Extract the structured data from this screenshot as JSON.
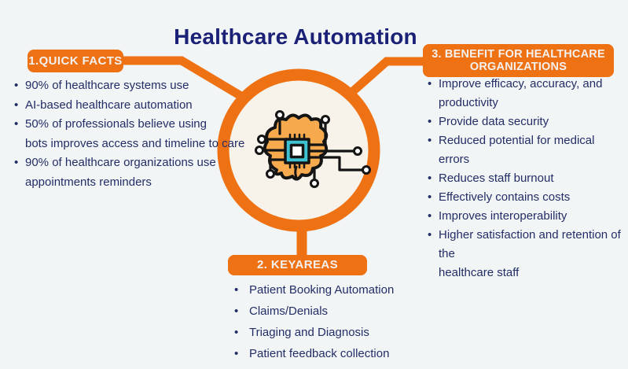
{
  "title": "Healthcare Automation",
  "colors": {
    "accent_orange": "#EE7214",
    "navy_text": "#232D66",
    "title_navy": "#1B2176",
    "background": "#F2F5F6",
    "circle_inner": "#F7F2EA",
    "brain_fill": "#F7A94E",
    "chip_teal": "#3EC1D3",
    "label_text": "#F3F1F0"
  },
  "icons": {
    "center": "brain-chip-icon"
  },
  "sections": {
    "quick_facts": {
      "label": "1.QUICK FACTS",
      "lines": [
        {
          "text": "90% of healthcare systems use"
        },
        {
          "text": "AI-based healthcare automation"
        },
        {
          "text": "50% of professionals believe using"
        },
        {
          "text": "bots improves access and timeline to care",
          "cont": true
        },
        {
          "text": "90% of healthcare organizations use"
        },
        {
          "text": "appointments reminders",
          "cont": true
        }
      ]
    },
    "key_areas": {
      "label": "2. KEYAREAS",
      "lines": [
        {
          "text": "Patient Booking Automation"
        },
        {
          "text": "Claims/Denials"
        },
        {
          "text": "Triaging and Diagnosis"
        },
        {
          "text": "Patient feedback collection"
        }
      ]
    },
    "benefits": {
      "label": "3. BENEFIT FOR HEALTHCARE ORGANIZATIONS",
      "lines": [
        {
          "text": "Improve efficacy, accuracy, and"
        },
        {
          "text": "productivity",
          "cont": true
        },
        {
          "text": "Provide data security"
        },
        {
          "text": "Reduced potential for medical errors"
        },
        {
          "text": "Reduces staff burnout"
        },
        {
          "text": "Effectively contains costs"
        },
        {
          "text": "Improves interoperability"
        },
        {
          "text": "Higher satisfaction and retention of the"
        },
        {
          "text": "healthcare staff",
          "cont": true
        }
      ]
    }
  }
}
